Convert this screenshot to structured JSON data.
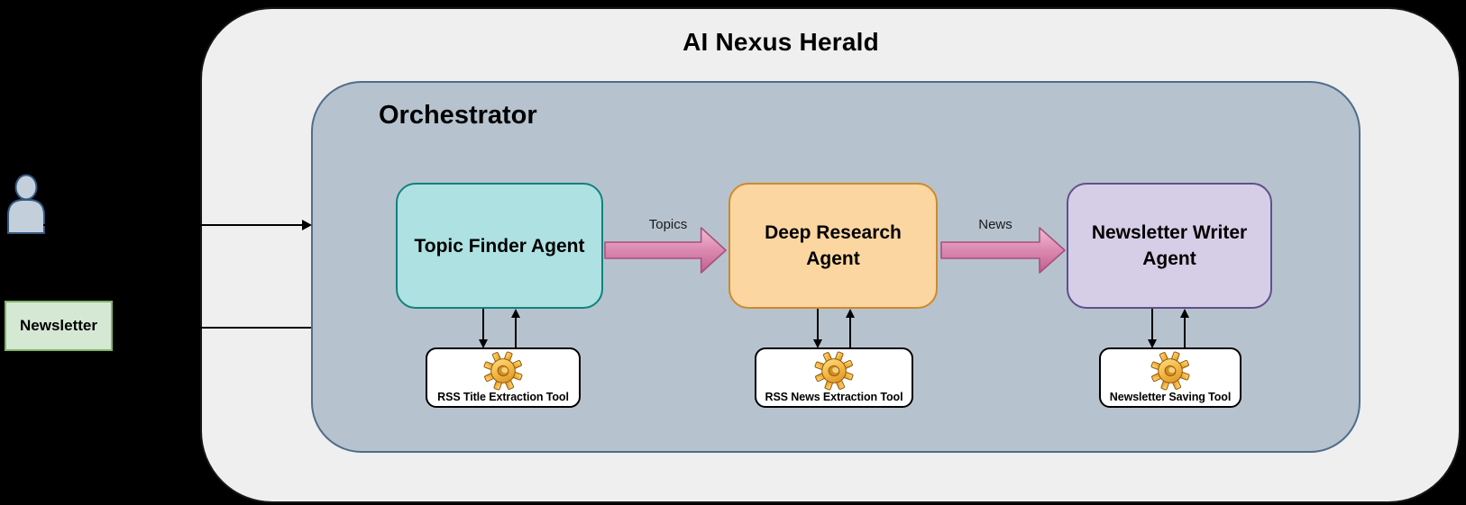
{
  "title": "AI Nexus Herald",
  "orchestrator": {
    "label": "Orchestrator"
  },
  "external": {
    "user": {
      "icon": "person-icon"
    },
    "newsletter": {
      "label": "Newsletter"
    }
  },
  "agents": [
    {
      "name": "Topic Finder Agent",
      "fill": "#aee1e1",
      "border": "#10827d",
      "tool": {
        "name": "RSS Title Extraction Tool",
        "icon": "gear-icon"
      }
    },
    {
      "name": "Deep Research Agent",
      "fill": "#fbd6a1",
      "border": "#cd8a2d",
      "tool": {
        "name": "RSS News Extraction Tool",
        "icon": "gear-icon"
      }
    },
    {
      "name": "Newsletter Writer Agent",
      "fill": "#d6cee6",
      "border": "#604f8c",
      "tool": {
        "name": "Newsletter Saving Tool",
        "icon": "gear-icon"
      }
    }
  ],
  "flows": [
    {
      "from": "Topic Finder Agent",
      "to": "Deep Research Agent",
      "label": "Topics"
    },
    {
      "from": "Deep Research Agent",
      "to": "Newsletter Writer Agent",
      "label": "News"
    }
  ],
  "connectors": [
    {
      "from": "user",
      "to": "Orchestrator",
      "arrowhead": "right"
    },
    {
      "from": "Orchestrator",
      "to": "Newsletter",
      "arrowhead": "none"
    }
  ],
  "colors": {
    "canvas_bg": "#000000",
    "outer_fill": "#efeff0",
    "outer_border": "#161616",
    "orchestrator_fill": "#b6c3cf",
    "orchestrator_border": "#4f6d8a",
    "flow_arrow_top": "#f0bdd2",
    "flow_arrow_bottom": "#c2608f",
    "flow_arrow_border": "#a84f7d",
    "newsletter_fill": "#d5e8d4",
    "newsletter_border": "#82b366",
    "person_fill": "#c4cfdc",
    "person_border": "#33567c",
    "gear_gold": "#f3b23c",
    "connector": "#000000"
  }
}
